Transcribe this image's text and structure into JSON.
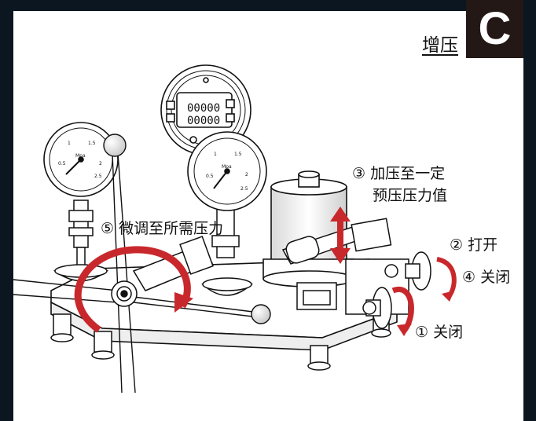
{
  "header": {
    "section_title": "增压",
    "section_letter": "C"
  },
  "steps": {
    "step1": "① 关闭",
    "step2": "② 打开",
    "step3_line1": "③ 加压至一定",
    "step3_line2": "预压压力值",
    "step4": "④ 关闭",
    "step5": "⑤ 微调至所需压力"
  },
  "gauge": {
    "unit": "Mpa",
    "digital_reading_1": "00000",
    "digital_reading_2": "00000"
  },
  "colors": {
    "arrow_red": "#c8282c",
    "badge_bg": "#231815",
    "page_bg": "#0b1620"
  }
}
